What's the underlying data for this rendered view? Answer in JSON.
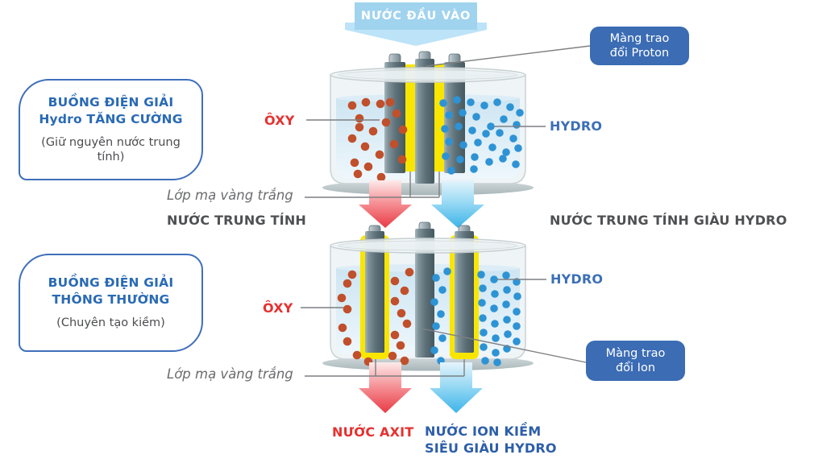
{
  "banner": {
    "label": "NƯỚC ĐẦU VÀO"
  },
  "chamber1": {
    "title_line1": "BUỒNG ĐIỆN GIẢI",
    "title_line2": "Hydro TĂNG CƯỜNG",
    "subtitle": "(Giữ nguyên nước trung tính)"
  },
  "chamber2": {
    "title_line1": "BUỒNG ĐIỆN GIẢI",
    "title_line2": "THÔNG THƯỜNG",
    "subtitle": "(Chuyên tạo kiềm)"
  },
  "badges": {
    "proton": "Màng trao đổi Proton",
    "ion": "Màng trao đổi Ion"
  },
  "labels": {
    "oxygen": "ÔXY",
    "hydrogen": "HYDRO",
    "coating": "Lớp mạ vàng trắng",
    "stage1_left": "NƯỚC TRUNG TÍNH",
    "stage1_right": "NƯỚC TRUNG TÍNH GIÀU HYDRO",
    "output_acid": "NƯỚC AXIT",
    "output_alkaline_line1": "NƯỚC ION KIỀM",
    "output_alkaline_line2": "SIÊU GIÀU HYDRO"
  },
  "colors": {
    "accent_red": "#e63130",
    "accent_blue": "#3c6fb7",
    "alkaline_blue": "#2d5ea9",
    "badge_bg": "#3b6cb4",
    "box_border": "#3f6fba",
    "banner_blue": "#a0d3ee",
    "membrane_yellow": "#f9e600",
    "oxygen_dot": "#c0502c",
    "hydrogen_dot": "#2d93d5",
    "water": "#cfe6f2",
    "text_gray": "#4f5052"
  }
}
